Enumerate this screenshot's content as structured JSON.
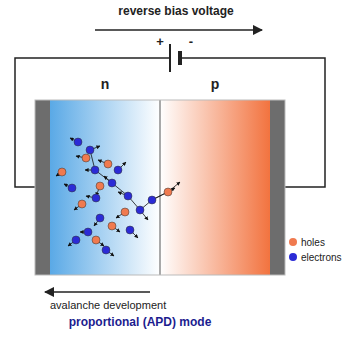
{
  "diagram": {
    "caption": "proportional (APD) mode",
    "nodes": [
      {
        "text": [
          "n"
        ]
      },
      {
        "text": [
          "p"
        ]
      }
    ],
    "labels": [
      "reverse bias voltage",
      "+",
      "-",
      "avalanche development"
    ],
    "legend": [
      {
        "text": "holes",
        "color": "#f07a4f"
      },
      {
        "text": "electrons",
        "color": "#2b2bd6"
      }
    ]
  }
}
